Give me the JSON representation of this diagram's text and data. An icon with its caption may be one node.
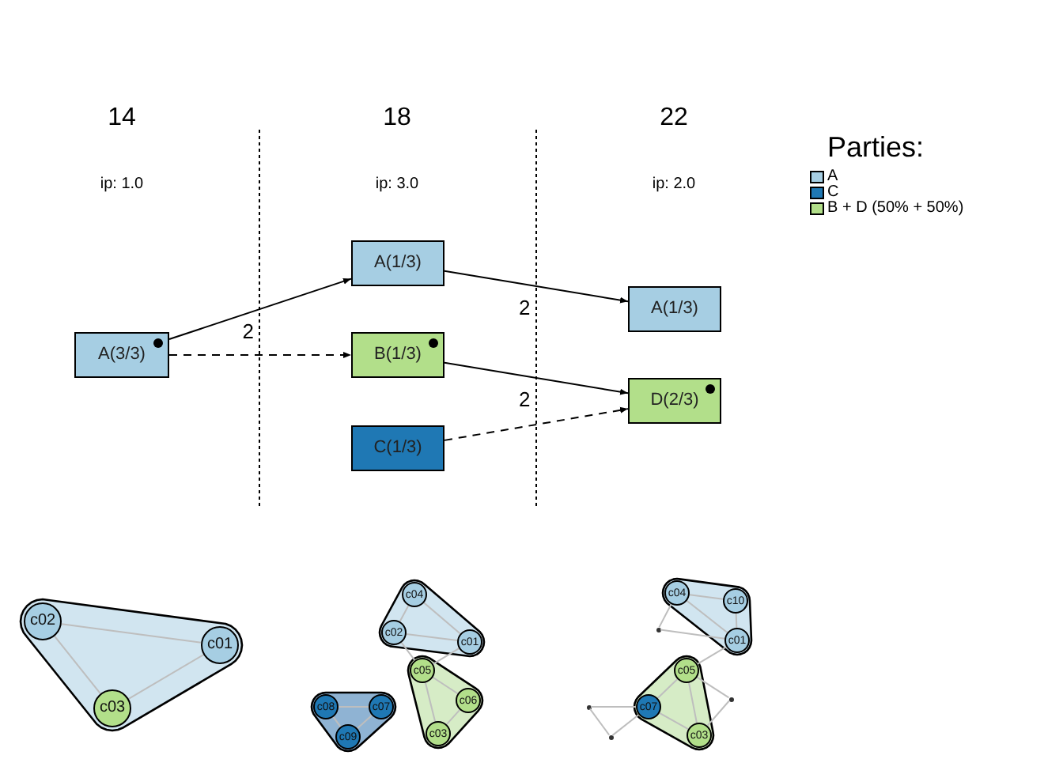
{
  "diagram": {
    "nodes": [
      {
        "text": [
          "A(3/3)"
        ]
      },
      {
        "text": [
          "A(1/3)"
        ]
      },
      {
        "text": [
          "B(1/3)"
        ]
      },
      {
        "text": [
          "C(1/3)"
        ]
      },
      {
        "text": [
          "A(1/3)"
        ]
      },
      {
        "text": [
          "D(2/3)"
        ]
      },
      {
        "text": [],
        "shape": "blob"
      },
      {
        "text": [
          "c02"
        ],
        "in": 6
      },
      {
        "text": [
          "c01"
        ],
        "in": 6
      },
      {
        "text": [
          "c03"
        ],
        "in": 6
      },
      {
        "text": [],
        "shape": "blob"
      },
      {
        "text": [
          "c04"
        ],
        "in": 10
      },
      {
        "text": [
          "c02"
        ],
        "in": 10
      },
      {
        "text": [
          "c01"
        ],
        "in": 10
      },
      {
        "text": [],
        "shape": "blob"
      },
      {
        "text": [
          "c05"
        ],
        "in": 14
      },
      {
        "text": [
          "c06"
        ],
        "in": 14
      },
      {
        "text": [
          "c03"
        ],
        "in": 14
      },
      {
        "text": [],
        "shape": "blob"
      },
      {
        "text": [
          "c08"
        ],
        "in": 18
      },
      {
        "text": [
          "c07"
        ],
        "in": 18
      },
      {
        "text": [
          "c09"
        ],
        "in": 18
      },
      {
        "text": [],
        "shape": "blob"
      },
      {
        "text": [
          "c04"
        ],
        "in": 22
      },
      {
        "text": [
          "c10"
        ],
        "in": 22
      },
      {
        "text": [
          "c01"
        ],
        "in": 22
      },
      {
        "text": [],
        "shape": "blob"
      },
      {
        "text": [
          "c05"
        ],
        "in": 26
      },
      {
        "text": [
          "c07"
        ],
        "in": 26
      },
      {
        "text": [
          "c03"
        ],
        "in": 26
      },
      {
        "text": [],
        "shape": "circle"
      },
      {
        "text": [],
        "shape": "circle"
      },
      {
        "text": [],
        "shape": "circle"
      },
      {
        "text": [],
        "shape": "circle"
      }
    ],
    "edges": [
      {
        "from": 0,
        "to": 1,
        "arrow": "to",
        "label": "2",
        "color": "#000000"
      },
      {
        "from": 0,
        "to": 2,
        "arrow": "to",
        "style": "dashed",
        "color": "#000000"
      },
      {
        "from": 1,
        "to": 4,
        "arrow": "to",
        "label": "2",
        "color": "#000000"
      },
      {
        "from": 2,
        "to": 5,
        "arrow": "to",
        "label": "2",
        "color": "#000000"
      },
      {
        "from": 3,
        "to": 5,
        "arrow": "to",
        "style": "dashed",
        "color": "#000000"
      },
      {
        "from": 7,
        "to": 8,
        "arrow": "none"
      },
      {
        "from": 7,
        "to": 9,
        "arrow": "none"
      },
      {
        "from": 9,
        "to": 8,
        "arrow": "none"
      },
      {
        "from": 11,
        "to": 12,
        "arrow": "none"
      },
      {
        "from": 11,
        "to": 13,
        "arrow": "none"
      },
      {
        "from": 12,
        "to": 13,
        "arrow": "none"
      },
      {
        "from": 12,
        "to": 15,
        "arrow": "none"
      },
      {
        "from": 13,
        "to": 15,
        "arrow": "none"
      },
      {
        "from": 15,
        "to": 16,
        "arrow": "none"
      },
      {
        "from": 15,
        "to": 17,
        "arrow": "none"
      },
      {
        "from": 16,
        "to": 17,
        "arrow": "none"
      },
      {
        "from": 19,
        "to": 20,
        "arrow": "none"
      },
      {
        "from": 19,
        "to": 21,
        "arrow": "none"
      },
      {
        "from": 20,
        "to": 21,
        "arrow": "none"
      },
      {
        "from": 23,
        "to": 24,
        "arrow": "none"
      },
      {
        "from": 23,
        "to": 25,
        "arrow": "none"
      },
      {
        "from": 24,
        "to": 25,
        "arrow": "none"
      },
      {
        "from": 23,
        "to": 30,
        "arrow": "none"
      },
      {
        "from": 30,
        "to": 25,
        "arrow": "none"
      },
      {
        "from": 25,
        "to": 27,
        "arrow": "none"
      },
      {
        "from": 27,
        "to": 28,
        "arrow": "none"
      },
      {
        "from": 27,
        "to": 29,
        "arrow": "none"
      },
      {
        "from": 28,
        "to": 29,
        "arrow": "none"
      },
      {
        "from": 28,
        "to": 31,
        "arrow": "none"
      },
      {
        "from": 31,
        "to": 32,
        "arrow": "none"
      },
      {
        "from": 32,
        "to": 28,
        "arrow": "none"
      },
      {
        "from": 27,
        "to": 33,
        "arrow": "none"
      },
      {
        "from": 33,
        "to": 29,
        "arrow": "none"
      }
    ],
    "labels": [
      "14",
      "18",
      "22",
      "ip: 1.0",
      "ip: 3.0",
      "ip: 2.0",
      "Parties:"
    ],
    "legend": [
      {
        "text": "A",
        "color": "#a6cee3"
      },
      {
        "text": "C",
        "color": "#1f78b4"
      },
      {
        "text": "B + D (50% + 50%)",
        "color": "#b2df8a"
      }
    ]
  }
}
